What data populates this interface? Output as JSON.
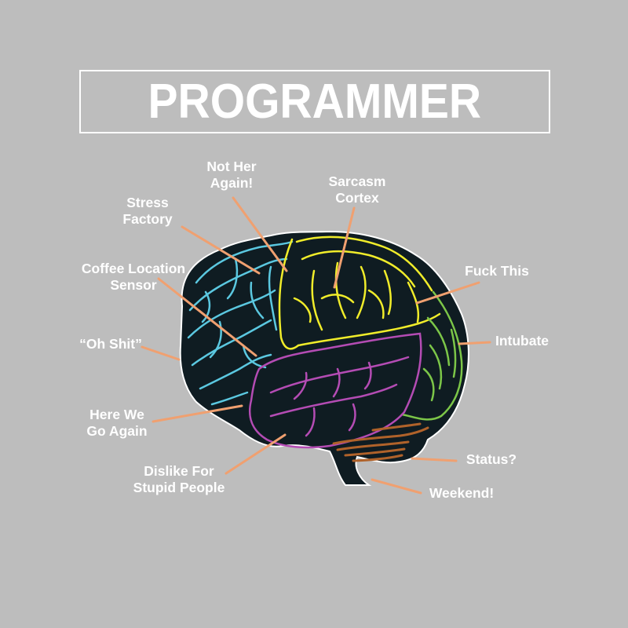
{
  "title": "PROGRAMMER",
  "colors": {
    "background": "#bdbdbd",
    "brain_fill": "#0f1c22",
    "frontal": "#5bc8e0",
    "parietal": "#f0ec2a",
    "occipital": "#7cc648",
    "temporal": "#b44cb4",
    "cerebellum": "#b0622a",
    "leader_line": "#f0a070",
    "label_text": "#ffffff"
  },
  "labels": [
    {
      "id": "not-her-again",
      "text": "Not Her\nAgain!"
    },
    {
      "id": "sarcasm-cortex",
      "text": "Sarcasm\nCortex"
    },
    {
      "id": "stress-factory",
      "text": "Stress\nFactory"
    },
    {
      "id": "coffee-location-sensor",
      "text": "Coffee Location\nSensor"
    },
    {
      "id": "fuck-this",
      "text": "Fuck This"
    },
    {
      "id": "oh-shit",
      "text": "“Oh Shit”"
    },
    {
      "id": "intubate",
      "text": "Intubate"
    },
    {
      "id": "here-we-go-again",
      "text": "Here We\nGo Again"
    },
    {
      "id": "status",
      "text": "Status?"
    },
    {
      "id": "dislike-for-stupid-people",
      "text": "Dislike For\nStupid People"
    },
    {
      "id": "weekend",
      "text": "Weekend!"
    }
  ]
}
